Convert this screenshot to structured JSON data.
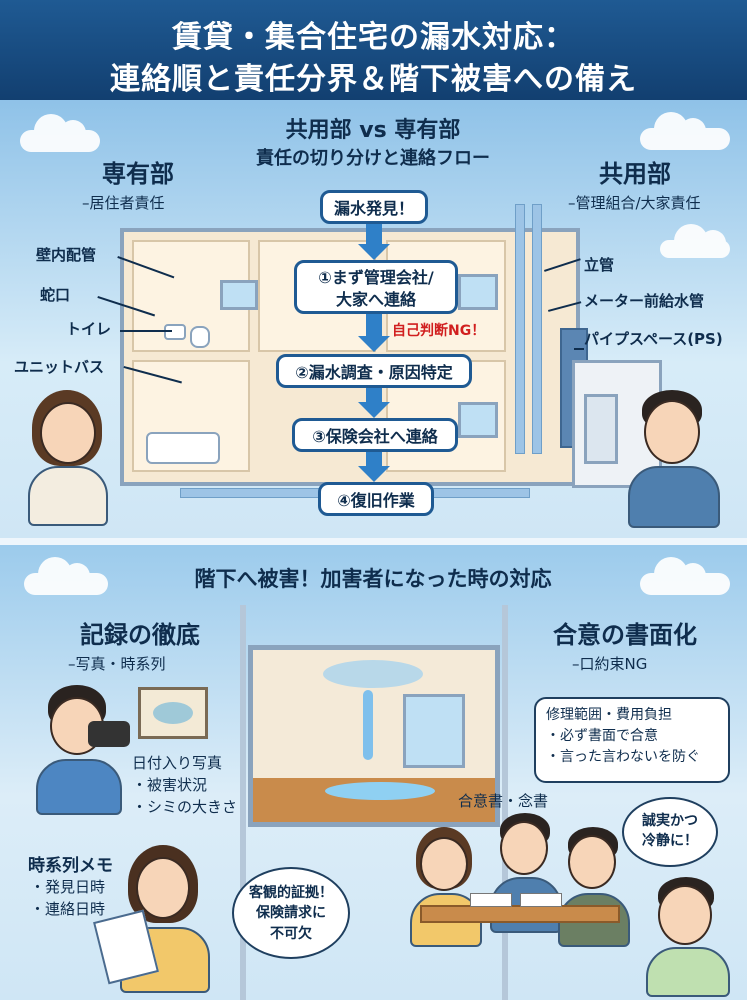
{
  "title": {
    "line1": "賃貸・集合住宅の漏水対応：",
    "line2": "連絡順と責任分界＆階下被害への備え"
  },
  "section1": {
    "heading": "共用部 vs 専有部",
    "subheading": "責任の切り分けと連絡フロー",
    "private": {
      "title": "専有部",
      "subtitle": "–居住者責任"
    },
    "common": {
      "title": "共用部",
      "subtitle": "–管理組合/大家責任"
    },
    "private_labels": [
      "壁内配管",
      "蛇口",
      "トイレ",
      "ユニットバス"
    ],
    "common_labels": [
      "立管",
      "メーター前給水管",
      "パイプスペース(PS)"
    ],
    "flow": {
      "start": "漏水発見！",
      "step1_line1": "①まず管理会社/",
      "step1_line2": "大家へ連絡",
      "warning": "自己判断NG！",
      "step2": "②漏水調査・原因特定",
      "step3": "③保険会社へ連絡",
      "step4": "④復旧作業"
    }
  },
  "section2": {
    "heading": "階下へ被害！加害者になった時の対応",
    "record": {
      "title": "記録の徹底",
      "subtitle": "–写真・時系列",
      "photo_items": [
        "日付入り写真",
        "・被害状況",
        "・シミの大きさ"
      ],
      "memo_title": "時系列メモ",
      "memo_items": [
        "・発見日時",
        "・連絡日時"
      ],
      "bubble": [
        "客観的証拠！",
        "保険請求に",
        "不可欠"
      ]
    },
    "agreement": {
      "title": "合意の書面化",
      "subtitle": "–口約束NG",
      "bubble": [
        "修理範囲・費用負担",
        "・必ず書面で合意",
        "・言った言わないを防ぐ"
      ],
      "doc_label": "合意書・念書",
      "advice": [
        "誠実かつ",
        "冷静に！"
      ]
    }
  },
  "colors": {
    "banner": "#1a4f85",
    "flow_border": "#1f5a93",
    "arrow": "#2f80c8",
    "warning": "#d11f1f"
  }
}
